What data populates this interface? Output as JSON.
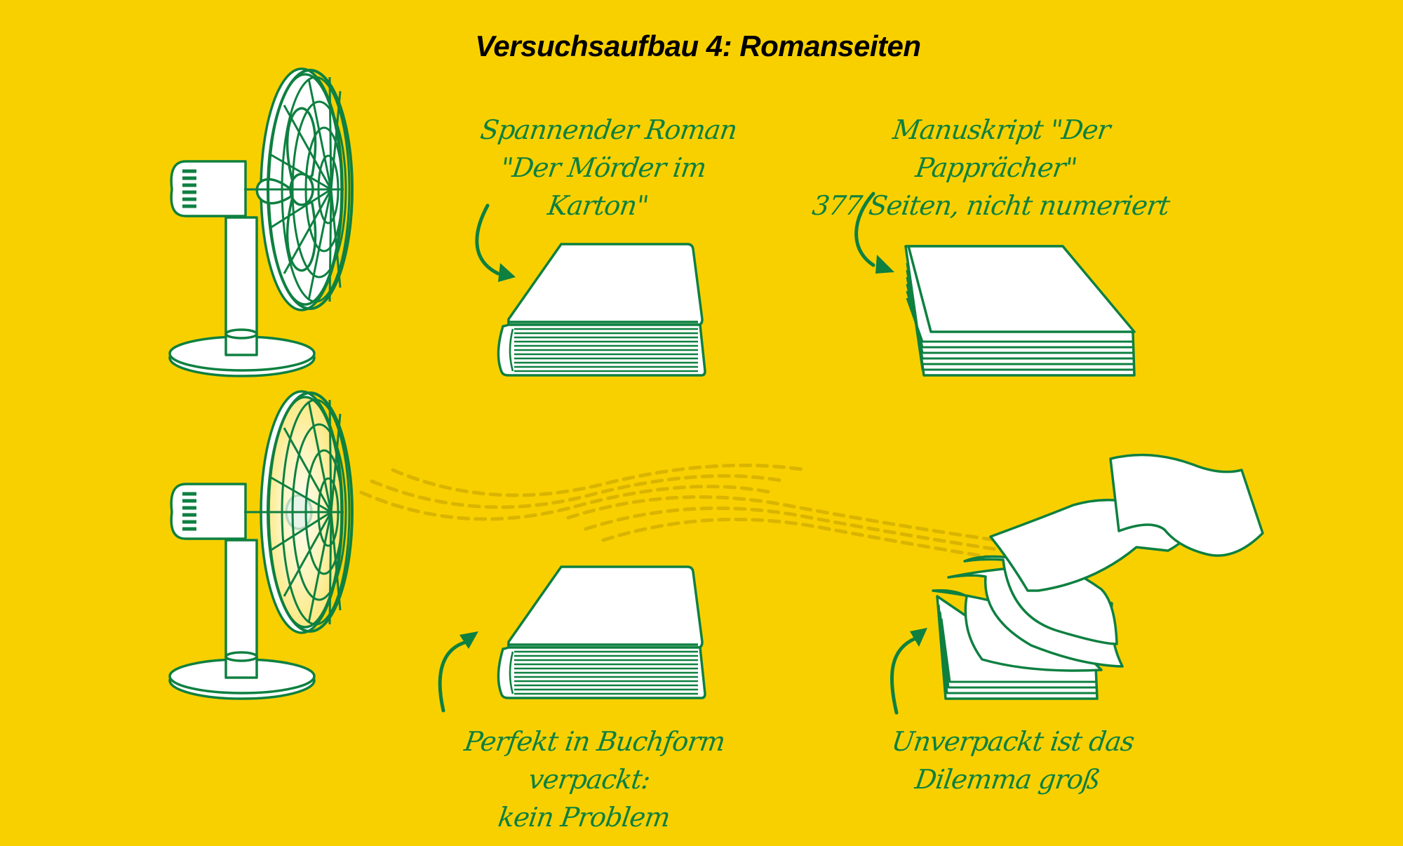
{
  "title": "Versuchsaufbau 4: Romanseiten",
  "colors": {
    "background": "#F8D000",
    "stroke": "#0E8040",
    "fill": "#FFFFFF",
    "wind": "#D9B400",
    "title": "#000000"
  },
  "captions": {
    "roman": {
      "line1": "Spannender Roman",
      "line2": "\"Der Mörder im Karton\""
    },
    "manuskript": {
      "line1": "Manuskript \"Der Papprächer\"",
      "line2": "377 Seiten, nicht numeriert"
    },
    "perfekt": {
      "line1": "Perfekt in Buchform verpackt:",
      "line2": "kein Problem"
    },
    "unverpackt": {
      "line1": "Unverpackt ist das",
      "line2": "Dilemma groß"
    }
  },
  "illustrations": {
    "fan_top": "desk-fan-off",
    "fan_bottom": "desk-fan-running",
    "book_top": "bound-book",
    "manuscript_top": "loose-page-stack",
    "book_bottom": "bound-book",
    "manuscript_bottom": "pages-blowing-away",
    "wind": "wind-lines"
  }
}
